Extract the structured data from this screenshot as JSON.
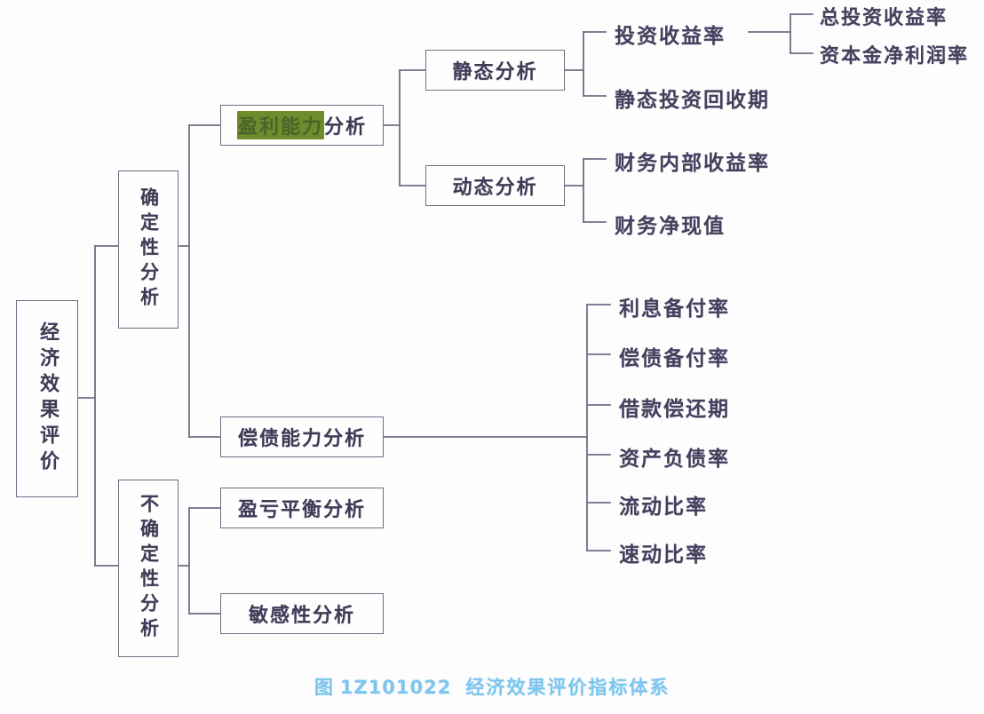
{
  "diagram": {
    "title": "经济效果评价指标体系",
    "caption_prefix": "图",
    "caption_code": "1Z101022",
    "caption_title": "经济效果评价指标体系",
    "caption_color": "#7fc6ef",
    "highlight_color": "#6d8c2c",
    "box_border_color": "#6f6f86",
    "text_color": "#3e3b55",
    "background_color": "#fdfdfd"
  },
  "root": {
    "label": "经济效果评价"
  },
  "level2": [
    {
      "label": "确定性分析"
    },
    {
      "label": "不确定性分析"
    }
  ],
  "level3": [
    {
      "label_highlight": "盈利能力",
      "label_plain": "分析",
      "label_full": "盈利能力分析"
    },
    {
      "label": "偿债能力分析"
    },
    {
      "label": "盈亏平衡分析"
    },
    {
      "label": "敏感性分析"
    }
  ],
  "level4": [
    {
      "label": "静态分析"
    },
    {
      "label": "动态分析"
    }
  ],
  "static_leaves": [
    {
      "label": "投资收益率"
    },
    {
      "label": "静态投资回收期"
    }
  ],
  "investment_return_children": [
    {
      "label": "总投资收益率"
    },
    {
      "label": "资本金净利润率"
    }
  ],
  "dynamic_leaves": [
    {
      "label": "财务内部收益率"
    },
    {
      "label": "财务净现值"
    }
  ],
  "solvency_leaves": [
    {
      "label": "利息备付率"
    },
    {
      "label": "偿债备付率"
    },
    {
      "label": "借款偿还期"
    },
    {
      "label": "资产负债率"
    },
    {
      "label": "流动比率"
    },
    {
      "label": "速动比率"
    }
  ]
}
